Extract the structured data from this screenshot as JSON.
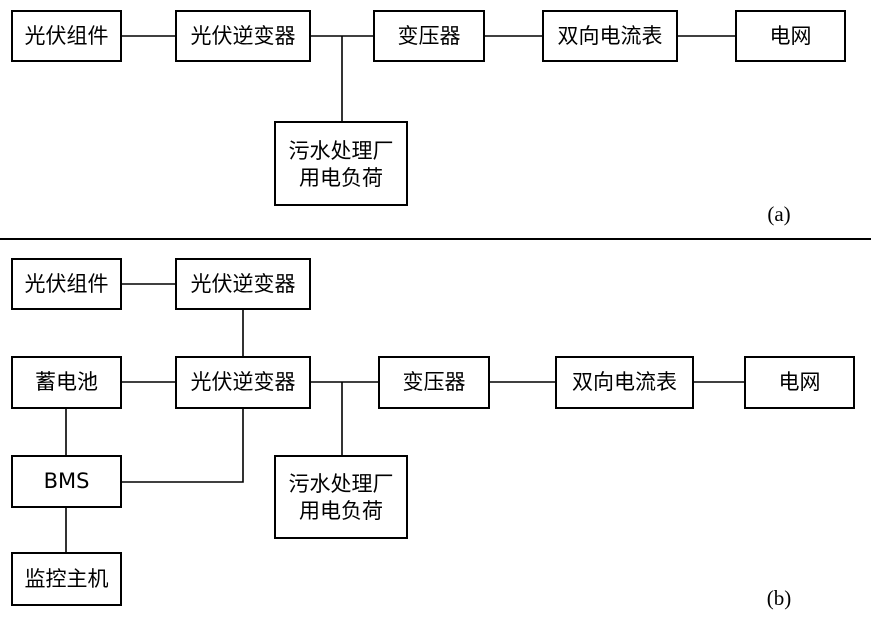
{
  "panel_a": {
    "caption": "(a)",
    "pv_module": "光伏组件",
    "inverter": "光伏逆变器",
    "transformer": "变压器",
    "meter": "双向电流表",
    "grid": "电网",
    "load_line1": "污水处理厂",
    "load_line2": "用电负荷"
  },
  "panel_b": {
    "caption": "(b)",
    "pv_module": "光伏组件",
    "pv_inverter": "光伏逆变器",
    "battery": "蓄电池",
    "storage_inverter": "光伏逆变器",
    "bms": "BMS",
    "monitor_host": "监控主机",
    "transformer": "变压器",
    "meter": "双向电流表",
    "grid": "电网",
    "load_line1": "污水处理厂",
    "load_line2": "用电负荷"
  }
}
